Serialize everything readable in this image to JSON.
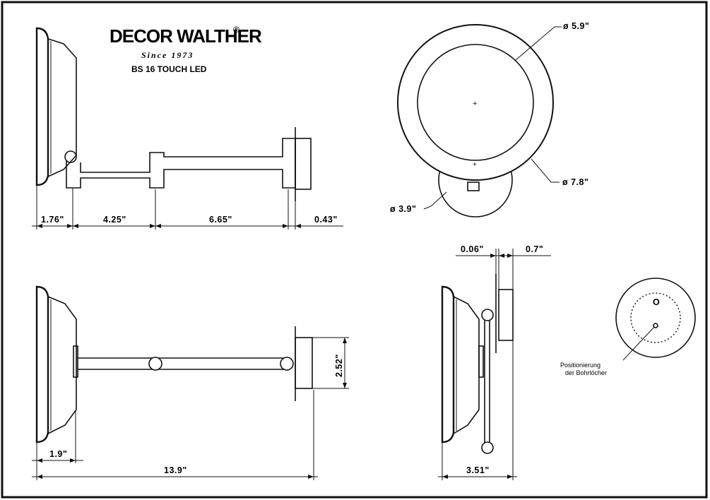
{
  "brand": {
    "name": "DECOR WALTHER",
    "registered_mark": "®",
    "since": "Since 1973",
    "model": "BS 16 TOUCH LED"
  },
  "side_view_top": {
    "dim_mirror_depth": "1.76\"",
    "dim_arm_first": "4.25\"",
    "dim_arm_second": "6.65\"",
    "dim_wall_plate": "0.43\""
  },
  "front_view": {
    "dim_inner_diameter": "ø 5.9\"",
    "dim_outer_diameter": "ø 7.8\"",
    "dim_base_diameter": "ø 3.9\""
  },
  "side_view_bottom": {
    "dim_mirror_depth": "1.9\"",
    "dim_total_extension": "13.9\"",
    "dim_plate_height": "2.52\""
  },
  "folded_view": {
    "dim_plate_gap": "0.06\"",
    "dim_plate_thickness": "0.7\"",
    "dim_folded_depth": "3.51\""
  },
  "mounting": {
    "hole_label": "O",
    "note_line1": "Positionierung",
    "note_line2": "der Bohrlöcher"
  }
}
